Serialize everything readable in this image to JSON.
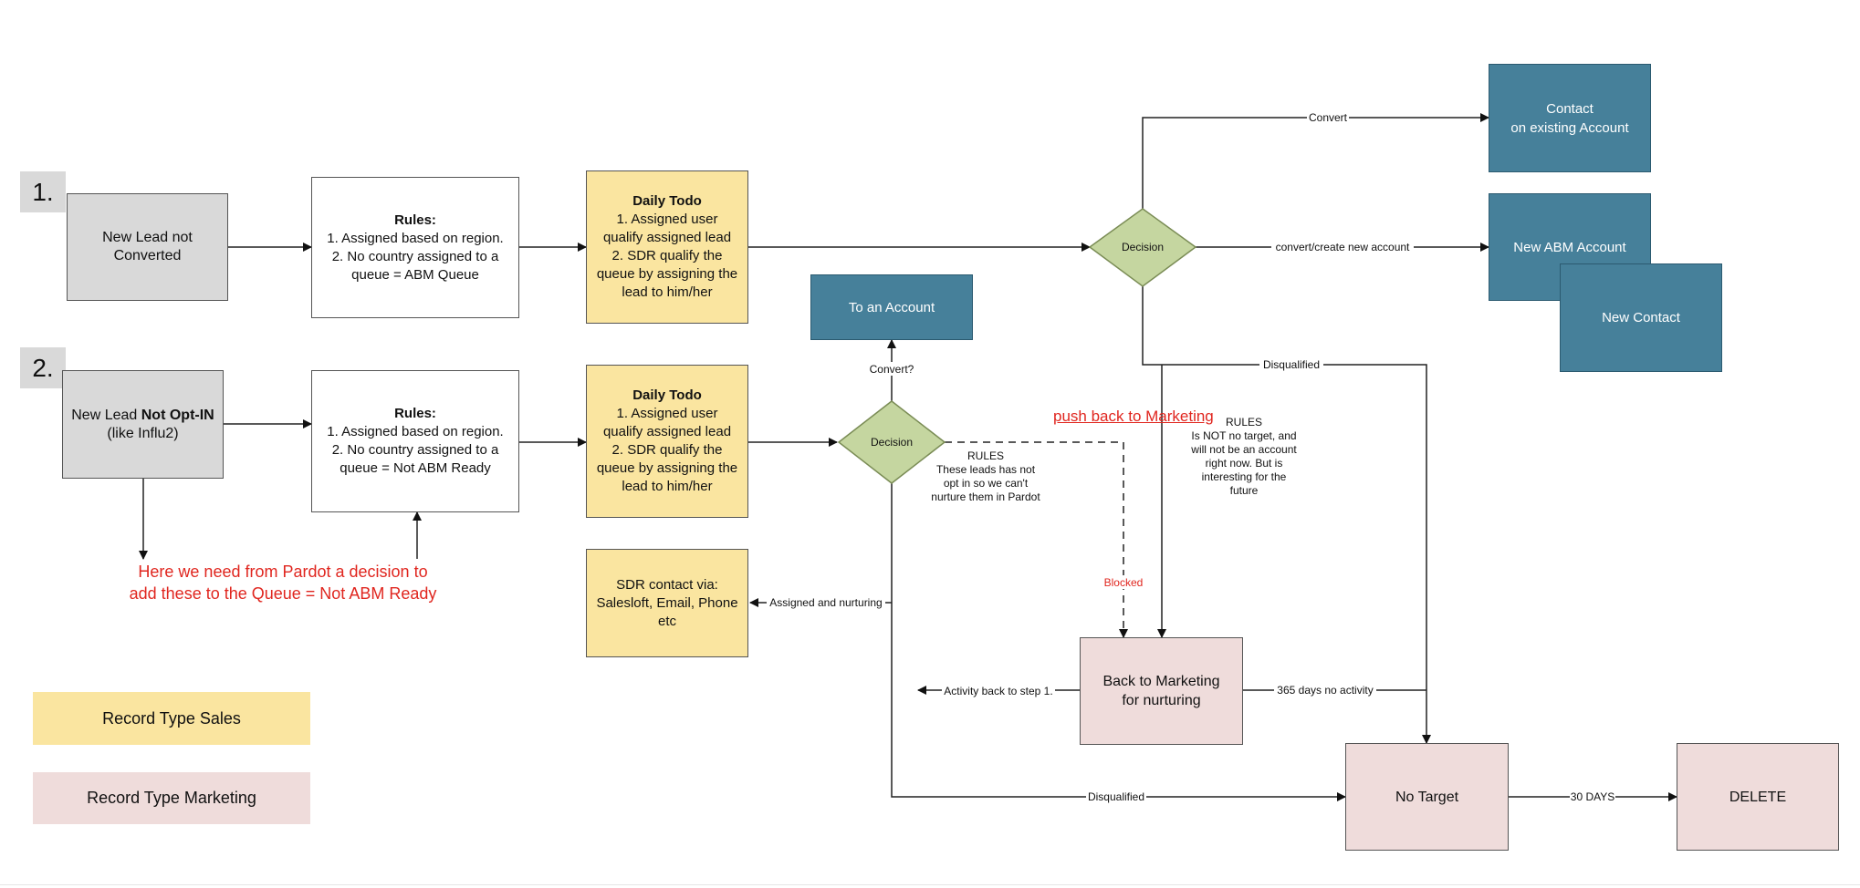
{
  "step_labels": {
    "one": "1.",
    "two": "2."
  },
  "nodes": {
    "lead1": "New Lead not Converted",
    "lead2_prefix": "New Lead ",
    "lead2_bold": "Not Opt-IN",
    "lead2_suffix": "(like Influ2)",
    "rules1_title": "Rules:",
    "rules1_line1": "1. Assigned based on region.",
    "rules1_line2": "2. No country assigned to a queue = ABM Queue",
    "rules2_title": "Rules:",
    "rules2_line1": "1. Assigned based on region.",
    "rules2_line2": "2. No country assigned to a queue = Not ABM Ready",
    "todo1_title": "Daily Todo",
    "todo1_line1": "1. Assigned user qualify assigned lead",
    "todo1_line2": "2. SDR qualify the queue by assigning the lead to him/her",
    "todo2_title": "Daily Todo",
    "todo2_line1": "1. Assigned user qualify assigned lead",
    "todo2_line2": "2. SDR qualify the queue by assigning the lead to him/her",
    "sdr_contact": "SDR contact via: Salesloft, Email, Phone etc",
    "to_account": "To an Account",
    "decision1": "Decision",
    "decision2": "Decision",
    "contact_existing_line1": "Contact",
    "contact_existing_line2": "on existing Account",
    "new_abm_account": "New ABM Account",
    "new_contact": "New Contact",
    "back_to_marketing_line1": "Back to Marketing",
    "back_to_marketing_line2": "for nurturing",
    "no_target": "No Target",
    "delete": "DELETE"
  },
  "edge_labels": {
    "convert": "Convert",
    "convert_create": "convert/create new account",
    "disqualified_top": "Disqualified",
    "convert_q": "Convert?",
    "assigned_nurturing": "Assigned and nurturing",
    "activity_back": "Activity back to step 1.",
    "days_365": "365 days no activity",
    "disqualified_bottom": "Disqualified",
    "days_30": "30 DAYS",
    "blocked": "Blocked"
  },
  "annotations": {
    "pardot_note_line1": "Here we need from Pardot a decision to",
    "pardot_note_line2": "add these to the Queue = Not ABM Ready",
    "push_back": "push back to Marketing",
    "rules_left_title": "RULES",
    "rules_left_text": "These leads has not opt in so we can't nurture them in Pardot",
    "rules_right_title": "RULES",
    "rules_right_text": "Is NOT no target, and will not be an account right now. But is interesting for the future"
  },
  "legend": {
    "sales": "Record Type Sales",
    "marketing": "Record Type Marketing"
  },
  "colors": {
    "sales": "#fae5a0",
    "marketing": "#efdcdb",
    "account": "#46809a",
    "decision": "#c5d6a0",
    "lead": "#d9d9d9",
    "alert": "#e0261f"
  }
}
